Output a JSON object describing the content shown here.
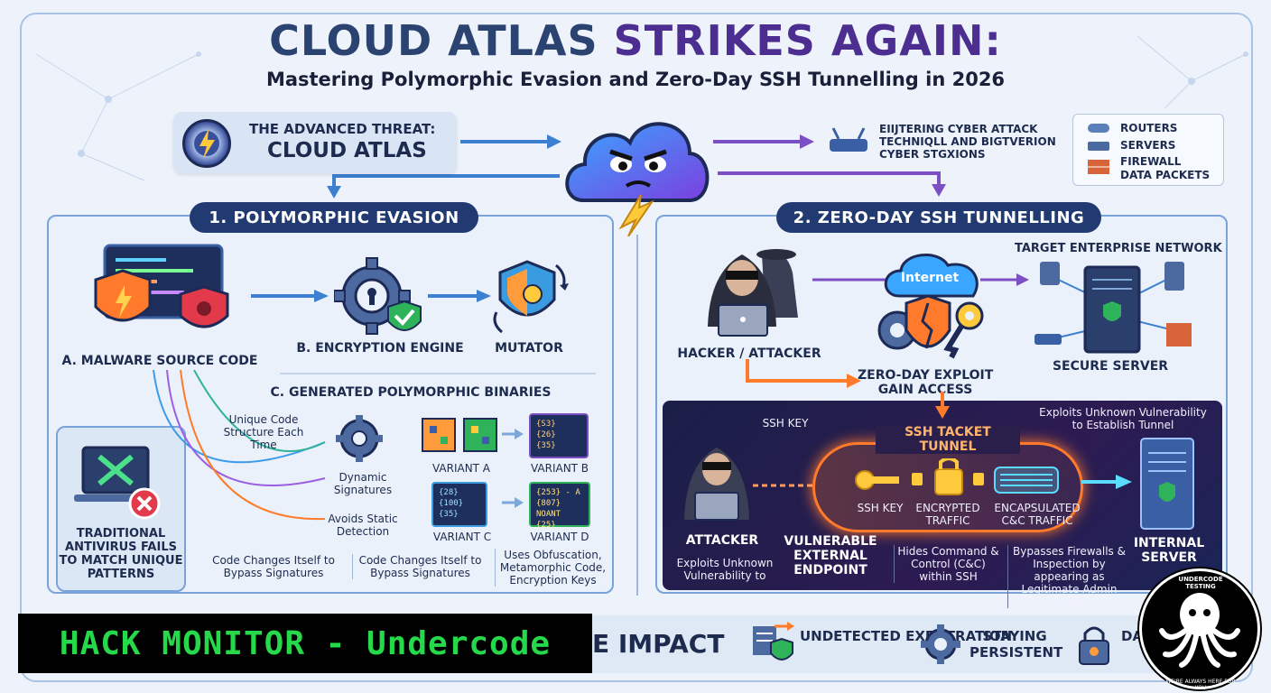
{
  "header": {
    "title_part1": "CLOUD ATLAS",
    "title_part2": "STRIKES AGAIN:",
    "subtitle": "Mastering Polymorphic Evasion and Zero-Day SSH Tunnelling in 2026"
  },
  "threat": {
    "label": "THE ADVANCED THREAT:",
    "name": "CLOUD ATLAS"
  },
  "top_right_text": {
    "line1": "EIIJTERING CYBER ATTACK",
    "line2": "TECHNIQLL AND BIGTVERION",
    "line3": "CYBER STGXIONS"
  },
  "legend": {
    "items": [
      "ROUTERS",
      "SERVERS",
      "FIREWALL",
      "DATA PACKETS"
    ]
  },
  "left_panel": {
    "title": "1. POLYMORPHIC EVASION",
    "malware_label": "A. MALWARE SOURCE CODE",
    "encryption_label": "B. ENCRYPTION ENGINE",
    "mutator_label": "MUTATOR",
    "binaries_label": "C. GENERATED POLYMORPHIC BINARIES",
    "unique_code": "Unique Code Structure Each Time",
    "dynamic_sig": "Dynamic Signatures",
    "avoids_static": "Avoids Static Detection",
    "variant_a": "VARIANT A",
    "variant_b": "VARIANT B",
    "variant_c": "VARIANT C",
    "variant_d": "VARIANT D",
    "variant_b_code": [
      "{S3}",
      "{26}",
      "{35}"
    ],
    "variant_c_code": [
      "{28}",
      "{100}",
      "{35}"
    ],
    "variant_d_code": [
      "{253} - A",
      "{807} NOANT",
      "{25}"
    ],
    "antivirus": "TRADITIONAL ANTIVIRUS FAILS TO MATCH UNIQUE PATTERNS",
    "note1": "Code Changes Itself to Bypass Signatures",
    "note2": "Code Changes Itself to Bypass Signatures",
    "note3": "Uses Obfuscation, Metamorphic Code, Encryption Keys"
  },
  "right_panel": {
    "title": "2. ZERO-DAY SSH TUNNELLING",
    "target_network": "TARGET ENTERPRISE NETWORK",
    "internet": "Internet",
    "hacker": "HACKER / ATTACKER",
    "exploit_line1": "ZERO-DAY EXPLOIT",
    "exploit_line2": "GAIN ACCESS",
    "secure_server": "SECURE SERVER",
    "ssh_key_top": "SSH KEY",
    "tunnel_label": "SSH TACKET TUNNEL",
    "exploits_unknown": "Exploits Unknown Vulnerability to Establish Tunnel",
    "ssh_key": "SSH KEY",
    "encrypted_traffic": "ENCRYPTED TRAFFIC",
    "encapsulated": "ENCAPSULATED C&C TRAFFIC",
    "attacker": "ATTACKER",
    "attacker_note": "Exploits Unknown Vulnerability to",
    "endpoint": "VULNERABLE EXTERNAL ENDPOINT",
    "hides": "Hides Command & Control (C&C) within SSH",
    "bypasses": "Bypasses Firewalls & Inspection by appearing as Legitimate Admin Traffic",
    "internal_server": "INTERNAL SERVER"
  },
  "impact": {
    "title": "E IMPACT",
    "item1": "UNDETECTED EXFILTRATION",
    "item2": "STAYING PERSISTENT",
    "item3": "DA"
  },
  "watermark": "HACK MONITOR - Undercode",
  "logo": {
    "top": "UNDERCODE TESTING",
    "bottom": "WE'RE ALWAYS HERE FOR YOU"
  },
  "colors": {
    "navy": "#223a72",
    "purple": "#4b2e8f",
    "orange": "#ff7a2a",
    "green": "#25d94a"
  }
}
